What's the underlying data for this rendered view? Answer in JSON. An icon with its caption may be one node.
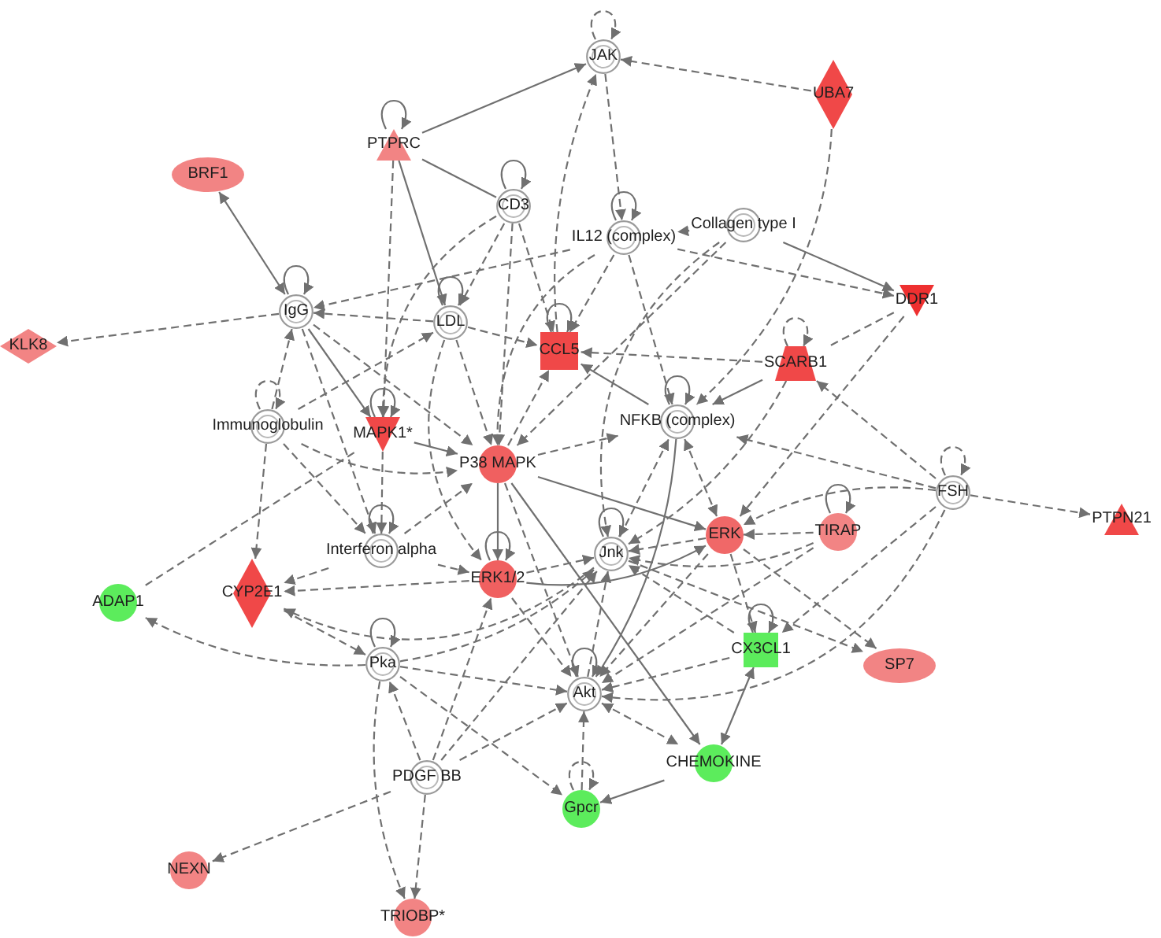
{
  "diagram": {
    "nodes": [
      {
        "text": [
          "JAK"
        ]
      },
      {
        "text": [
          "UBA7"
        ]
      },
      {
        "text": [
          "PTPRC"
        ]
      },
      {
        "text": [
          "BRF1"
        ]
      },
      {
        "text": [
          "CD3"
        ]
      },
      {
        "text": [
          "IL12 (complex)"
        ]
      },
      {
        "text": [
          "Collagen type I"
        ]
      },
      {
        "text": [
          "IgG"
        ]
      },
      {
        "text": [
          "LDL"
        ]
      },
      {
        "text": [
          "DDR1"
        ]
      },
      {
        "text": [
          "KLK8"
        ]
      },
      {
        "text": [
          "CCL5"
        ]
      },
      {
        "text": [
          "SCARB1"
        ]
      },
      {
        "text": [
          "Immunoglobulin"
        ]
      },
      {
        "text": [
          "MAPK1*"
        ]
      },
      {
        "text": [
          "NFKB (complex)"
        ]
      },
      {
        "text": [
          "P38 MAPK"
        ]
      },
      {
        "text": [
          "FSH"
        ]
      },
      {
        "text": [
          "PTPN21"
        ]
      },
      {
        "text": [
          "Interferon alpha"
        ]
      },
      {
        "text": [
          "Jnk"
        ]
      },
      {
        "text": [
          "ERK"
        ]
      },
      {
        "text": [
          "TIRAP"
        ]
      },
      {
        "text": [
          "ERK1/2"
        ]
      },
      {
        "text": [
          "ADAP1"
        ]
      },
      {
        "text": [
          "CYP2E1"
        ]
      },
      {
        "text": [
          "CX3CL1"
        ]
      },
      {
        "text": [
          "SP7"
        ]
      },
      {
        "text": [
          "Pka"
        ]
      },
      {
        "text": [
          "Akt"
        ]
      },
      {
        "text": [
          "PDGF BB"
        ]
      },
      {
        "text": [
          "CHEMOKINE"
        ]
      },
      {
        "text": [
          "Gpcr"
        ]
      },
      {
        "text": [
          "NEXN"
        ]
      },
      {
        "text": [
          "TRIOBP*"
        ]
      }
    ],
    "edges": [
      {
        "from": 0,
        "to": 0,
        "arrow": "to",
        "style": "dashed"
      },
      {
        "from": 2,
        "to": 2,
        "arrow": "to"
      },
      {
        "from": 4,
        "to": 4,
        "arrow": "to"
      },
      {
        "from": 5,
        "to": 5,
        "arrow": "to"
      },
      {
        "from": 7,
        "to": 7,
        "arrow": "to"
      },
      {
        "from": 8,
        "to": 8,
        "arrow": "to"
      },
      {
        "from": 11,
        "to": 11,
        "arrow": "to"
      },
      {
        "from": 12,
        "to": 12,
        "arrow": "to",
        "style": "dashed"
      },
      {
        "from": 13,
        "to": 13,
        "arrow": "to",
        "style": "dashed"
      },
      {
        "from": 14,
        "to": 14,
        "arrow": "to"
      },
      {
        "from": 15,
        "to": 15,
        "arrow": "to"
      },
      {
        "from": 17,
        "to": 17,
        "arrow": "to",
        "style": "dashed"
      },
      {
        "from": 19,
        "to": 19,
        "arrow": "to"
      },
      {
        "from": 20,
        "to": 20,
        "arrow": "to"
      },
      {
        "from": 22,
        "to": 22,
        "arrow": "to"
      },
      {
        "from": 23,
        "to": 23,
        "arrow": "to"
      },
      {
        "from": 26,
        "to": 26,
        "arrow": "to"
      },
      {
        "from": 28,
        "to": 28,
        "arrow": "to"
      },
      {
        "from": 29,
        "to": 29,
        "arrow": "to"
      },
      {
        "from": 32,
        "to": 32,
        "arrow": "to",
        "style": "dashed"
      },
      {
        "from": 2,
        "to": 0,
        "arrow": "to"
      },
      {
        "from": 1,
        "to": 0,
        "arrow": "to",
        "style": "dashed"
      },
      {
        "from": 1,
        "to": 15,
        "arrow": "to",
        "style": "dashed"
      },
      {
        "from": 0,
        "to": 5,
        "arrow": "to",
        "style": "dashed"
      },
      {
        "from": 11,
        "to": 0,
        "arrow": "to",
        "style": "dashed"
      },
      {
        "from": 2,
        "to": 4,
        "arrow": "none"
      },
      {
        "from": 2,
        "to": 14,
        "arrow": "to",
        "style": "dashed"
      },
      {
        "from": 2,
        "to": 8,
        "arrow": "to"
      },
      {
        "from": 7,
        "to": 3,
        "arrow": "both"
      },
      {
        "from": 7,
        "to": 10,
        "arrow": "to",
        "style": "dashed"
      },
      {
        "from": 8,
        "to": 7,
        "arrow": "to",
        "style": "dashed"
      },
      {
        "from": 5,
        "to": 7,
        "arrow": "to",
        "style": "dashed"
      },
      {
        "from": 7,
        "to": 14,
        "arrow": "to"
      },
      {
        "from": 13,
        "to": 7,
        "arrow": "to",
        "style": "dashed"
      },
      {
        "from": 4,
        "to": 14,
        "arrow": "to",
        "style": "dashed"
      },
      {
        "from": 4,
        "to": 11,
        "arrow": "to",
        "style": "dashed"
      },
      {
        "from": 4,
        "to": 16,
        "arrow": "to",
        "style": "dashed"
      },
      {
        "from": 4,
        "to": 8,
        "arrow": "to",
        "style": "dashed"
      },
      {
        "from": 6,
        "to": 9,
        "arrow": "to"
      },
      {
        "from": 5,
        "to": 9,
        "arrow": "to",
        "style": "dashed"
      },
      {
        "from": 9,
        "to": 12,
        "arrow": "none",
        "style": "dashed"
      },
      {
        "from": 9,
        "to": 21,
        "arrow": "to",
        "style": "dashed"
      },
      {
        "from": 17,
        "to": 12,
        "arrow": "to",
        "style": "dashed"
      },
      {
        "from": 17,
        "to": 18,
        "arrow": "to",
        "style": "dashed"
      },
      {
        "from": 17,
        "to": 21,
        "arrow": "to",
        "style": "dashed"
      },
      {
        "from": 17,
        "to": 26,
        "arrow": "to",
        "style": "dashed"
      },
      {
        "from": 17,
        "to": 29,
        "arrow": "to",
        "style": "dashed"
      },
      {
        "from": 17,
        "to": 15,
        "arrow": "to",
        "style": "dashed"
      },
      {
        "from": 22,
        "to": 21,
        "arrow": "to",
        "style": "dashed"
      },
      {
        "from": 22,
        "to": 29,
        "arrow": "to",
        "style": "dashed"
      },
      {
        "from": 21,
        "to": 27,
        "arrow": "to",
        "style": "dashed"
      },
      {
        "from": 20,
        "to": 27,
        "arrow": "to",
        "style": "dashed"
      },
      {
        "from": 26,
        "to": 31,
        "arrow": "both"
      },
      {
        "from": 26,
        "to": 29,
        "arrow": "to",
        "style": "dashed"
      },
      {
        "from": 21,
        "to": 26,
        "arrow": "to",
        "style": "dashed"
      },
      {
        "from": 31,
        "to": 32,
        "arrow": "to"
      },
      {
        "from": 29,
        "to": 31,
        "arrow": "both",
        "style": "dashed"
      },
      {
        "from": 16,
        "to": 31,
        "arrow": "to"
      },
      {
        "from": 32,
        "to": 29,
        "arrow": "to",
        "style": "dashed"
      },
      {
        "from": 28,
        "to": 32,
        "arrow": "to",
        "style": "dashed"
      },
      {
        "from": 30,
        "to": 33,
        "arrow": "to",
        "style": "dashed"
      },
      {
        "from": 30,
        "to": 34,
        "arrow": "to",
        "style": "dashed"
      },
      {
        "from": 28,
        "to": 34,
        "arrow": "to",
        "style": "dashed"
      },
      {
        "from": 30,
        "to": 29,
        "arrow": "to",
        "style": "dashed"
      },
      {
        "from": 30,
        "to": 23,
        "arrow": "to",
        "style": "dashed"
      },
      {
        "from": 30,
        "to": 28,
        "arrow": "to",
        "style": "dashed"
      },
      {
        "from": 30,
        "to": 20,
        "arrow": "to",
        "style": "dashed"
      },
      {
        "from": 28,
        "to": 24,
        "arrow": "to",
        "style": "dashed"
      },
      {
        "from": 24,
        "to": 14,
        "arrow": "none",
        "style": "dashed"
      },
      {
        "from": 13,
        "to": 25,
        "arrow": "to",
        "style": "dashed"
      },
      {
        "from": 19,
        "to": 25,
        "arrow": "to",
        "style": "dashed"
      },
      {
        "from": 23,
        "to": 25,
        "arrow": "to",
        "style": "dashed"
      },
      {
        "from": 20,
        "to": 25,
        "arrow": "to",
        "style": "dashed"
      },
      {
        "from": 25,
        "to": 28,
        "arrow": "to",
        "style": "dashed"
      },
      {
        "from": 14,
        "to": 16,
        "arrow": "to"
      },
      {
        "from": 14,
        "to": 19,
        "arrow": "to",
        "style": "dashed"
      },
      {
        "from": 8,
        "to": 11,
        "arrow": "to",
        "style": "dashed"
      },
      {
        "from": 15,
        "to": 11,
        "arrow": "to"
      },
      {
        "from": 16,
        "to": 11,
        "arrow": "to",
        "style": "dashed"
      },
      {
        "from": 23,
        "to": 21,
        "arrow": "to"
      },
      {
        "from": 16,
        "to": 23,
        "arrow": "to"
      },
      {
        "from": 20,
        "to": 15,
        "arrow": "to",
        "style": "dashed"
      },
      {
        "from": 21,
        "to": 15,
        "arrow": "both",
        "style": "dashed"
      },
      {
        "from": 16,
        "to": 15,
        "arrow": "to",
        "style": "dashed"
      },
      {
        "from": 5,
        "to": 11,
        "arrow": "to",
        "style": "dashed"
      },
      {
        "from": 5,
        "to": 16,
        "arrow": "to",
        "style": "dashed"
      },
      {
        "from": 6,
        "to": 5,
        "arrow": "to",
        "style": "dashed"
      },
      {
        "from": 6,
        "to": 20,
        "arrow": "to",
        "style": "dashed"
      },
      {
        "from": 6,
        "to": 16,
        "arrow": "to",
        "style": "dashed"
      },
      {
        "from": 12,
        "to": 15,
        "arrow": "to"
      },
      {
        "from": 12,
        "to": 11,
        "arrow": "to",
        "style": "dashed"
      },
      {
        "from": 12,
        "to": 20,
        "arrow": "to",
        "style": "dashed"
      },
      {
        "from": 8,
        "to": 16,
        "arrow": "to",
        "style": "dashed"
      },
      {
        "from": 8,
        "to": 23,
        "arrow": "to",
        "style": "dashed"
      },
      {
        "from": 13,
        "to": 8,
        "arrow": "to",
        "style": "dashed"
      },
      {
        "from": 13,
        "to": 16,
        "arrow": "to",
        "style": "dashed"
      },
      {
        "from": 13,
        "to": 19,
        "arrow": "to",
        "style": "dashed"
      },
      {
        "from": 19,
        "to": 16,
        "arrow": "to",
        "style": "dashed"
      },
      {
        "from": 23,
        "to": 20,
        "arrow": "to",
        "style": "dashed"
      },
      {
        "from": 28,
        "to": 29,
        "arrow": "to",
        "style": "dashed"
      },
      {
        "from": 28,
        "to": 20,
        "arrow": "to",
        "style": "dashed"
      },
      {
        "from": 19,
        "to": 23,
        "arrow": "to",
        "style": "dashed"
      },
      {
        "from": 29,
        "to": 20,
        "arrow": "to",
        "style": "dashed"
      },
      {
        "from": 21,
        "to": 20,
        "arrow": "to",
        "style": "dashed"
      },
      {
        "from": 22,
        "to": 20,
        "arrow": "to",
        "style": "dashed"
      },
      {
        "from": 26,
        "to": 20,
        "arrow": "to",
        "style": "dashed"
      },
      {
        "from": 5,
        "to": 15,
        "arrow": "to",
        "style": "dashed"
      },
      {
        "from": 21,
        "to": 29,
        "arrow": "to",
        "style": "dashed"
      },
      {
        "from": 15,
        "to": 29,
        "arrow": "to"
      },
      {
        "from": 7,
        "to": 16,
        "arrow": "to",
        "style": "dashed"
      },
      {
        "from": 7,
        "to": 19,
        "arrow": "to",
        "style": "dashed"
      },
      {
        "from": 23,
        "to": 29,
        "arrow": "to",
        "style": "dashed"
      },
      {
        "from": 16,
        "to": 29,
        "arrow": "to",
        "style": "dashed"
      },
      {
        "from": 16,
        "to": 21,
        "arrow": "to"
      }
    ]
  }
}
